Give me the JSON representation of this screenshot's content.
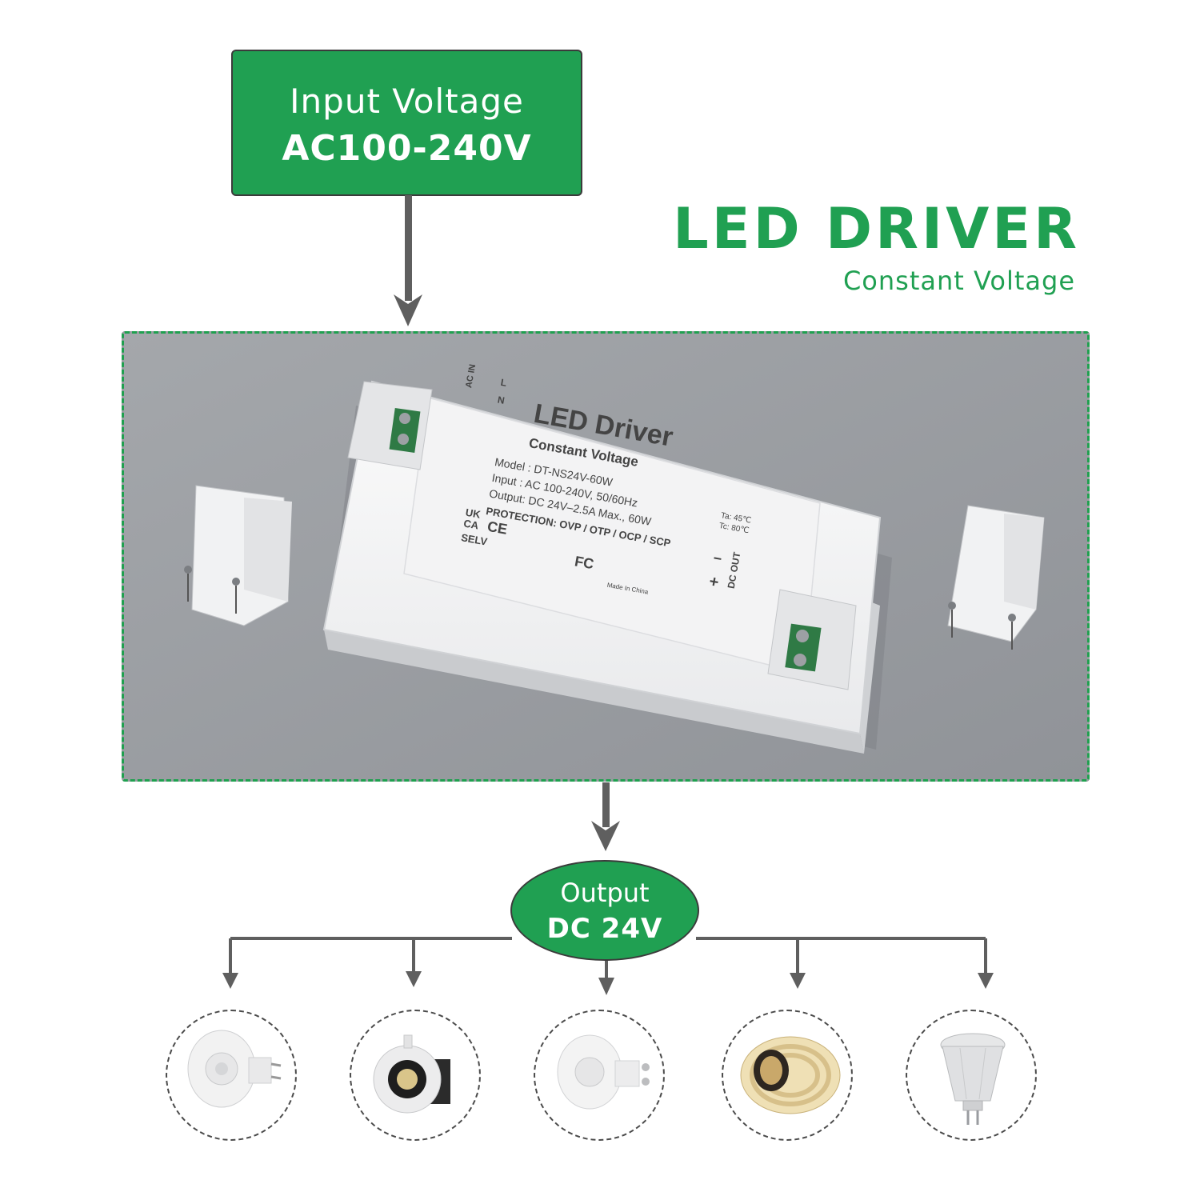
{
  "input": {
    "line1": "Input Voltage",
    "line2": "AC100-240V"
  },
  "title": "LED DRIVER",
  "subtitle": "Constant Voltage",
  "driver_label": {
    "brand": "LED Driver",
    "type": "Constant Voltage",
    "model": "Model   : DT-NS24V-60W",
    "input": "Input     : AC 100-240V,  50/60Hz",
    "output": "Output: DC 24V–2.5A Max., 60W",
    "protection": "PROTECTION: OVP / OTP / OCP / SCP",
    "ta": "Ta: 45℃",
    "tc": "Tc: 80℃",
    "ac_in": "AC IN",
    "dc_out": "DC OUT",
    "l": "L",
    "n": "N",
    "minus": "−",
    "plus": "+",
    "made_in": "Made In China",
    "ce": "CE",
    "fc": "FC",
    "uk": "UK",
    "ca": "CA",
    "selv": "SELV"
  },
  "output": {
    "line1": "Output",
    "line2": "DC 24V"
  },
  "lamps": [
    {
      "icon": "mr16-bulb-icon"
    },
    {
      "icon": "downlight-icon"
    },
    {
      "icon": "gu10-bulb-icon"
    },
    {
      "icon": "led-strip-reel-icon"
    },
    {
      "icon": "mr11-bulb-icon"
    }
  ],
  "colors": {
    "accent": "#20a052",
    "arrow": "#5f5f5f",
    "frame_bg": "#9a9da2"
  }
}
